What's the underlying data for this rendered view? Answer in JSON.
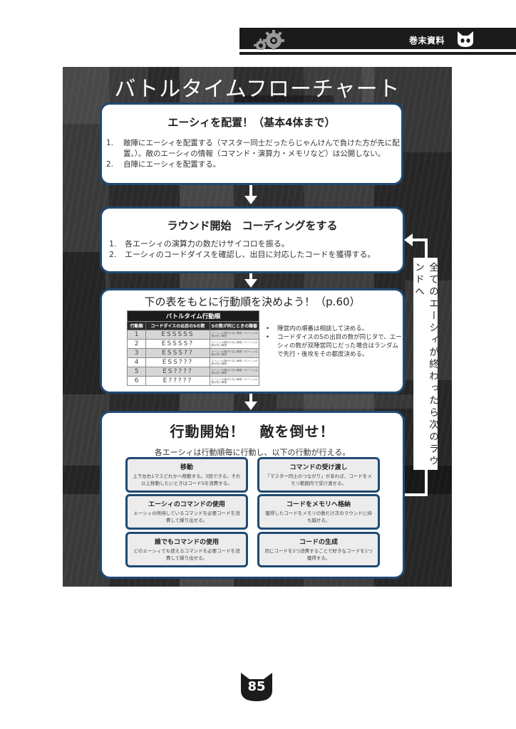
{
  "header": {
    "section_label": "巻末資料",
    "icons": [
      "gear-icon",
      "cat-head-icon"
    ]
  },
  "panel": {
    "title": "バトルタイムフローチャート"
  },
  "step1": {
    "heading": "エーシィを配置！（基本4体まで）",
    "items": [
      {
        "num": "1.",
        "text": "敵陣にエーシィを配置する（マスター同士だったらじゃんけんで負けた方が先に配置。）。敵のエーシィの情報（コマンド・演算力・メモリなど）は公開しない。"
      },
      {
        "num": "2.",
        "text": "自陣にエーシィを配置する。"
      }
    ]
  },
  "step2": {
    "heading": "ラウンド開始　コーディングをする",
    "items": [
      {
        "num": "1.",
        "text": "各エーシィの演算力の数だけサイコロを振る。"
      },
      {
        "num": "2.",
        "text": "エーシィのコードダイスを確認し、出目に対応したコードを獲得する。"
      }
    ]
  },
  "step3": {
    "heading": "下の表をもとに行動順を決めよう！（p.60）",
    "table": {
      "title": "バトルタイム行動順",
      "columns": [
        "行動順",
        "コードダイスの出目のSの数",
        "Sの数が同じときの順番"
      ],
      "rows": [
        {
          "rank": "1",
          "dice": "ESSSSS",
          "tie": "エーシィの数が少ない陣営 →エーシィの数が多い陣営"
        },
        {
          "rank": "2",
          "dice": "ESSSS?",
          "tie": "エーシィの数が少ない陣営 →エーシィの数が多い陣営"
        },
        {
          "rank": "3",
          "dice": "ESSS??",
          "tie": "エーシィの数が少ない陣営 →エーシィの数が多い陣営"
        },
        {
          "rank": "4",
          "dice": "ESS???",
          "tie": "エーシィの数が少ない陣営 →エーシィの数が多い陣営"
        },
        {
          "rank": "5",
          "dice": "ES????",
          "tie": "エーシィの数が少ない陣営 →エーシィの数が多い陣営"
        },
        {
          "rank": "6",
          "dice": "E?????",
          "tie": "エーシィの数が少ない陣営 →エーシィの数が多い陣営"
        }
      ]
    },
    "notes": [
      "陣営内の順番は相談して決める。",
      "コードダイスのSの出目の数が同じタで、エーシィの数が双陣営同じだった場合はランダムで先行・後攻をその都度決める。"
    ]
  },
  "step4": {
    "heading": "行動開始！　敵を倒せ！",
    "subtitle": "各エーシィは行動順毎に行動し、以下の行動が行える。",
    "actions": [
      {
        "title": "移動",
        "desc": "上下左右1マスどれかへ移動する。3回できる。それ以上移動したいときはコードSを消費する。"
      },
      {
        "title": "コマンドの受け渡し",
        "desc": "「マスター同士のつながり」があれば、コードをメモリ範囲内で受け渡せる。"
      },
      {
        "title": "エーシィのコマンドの使用",
        "desc": "エーシィの所持しているコマンドを必要コードを消費して繰り出せる。"
      },
      {
        "title": "コードをメモリへ格納",
        "desc": "獲得したコードをメモリの数だけ次のラウンドに持ち越せる。"
      },
      {
        "title": "誰でもコマンドの使用",
        "desc": "どのエーシィでも使えるコマンドを必要コードを消費して繰り出せる。"
      },
      {
        "title": "コードの生成",
        "desc": "同じコードを2つ消費することで好きなコードを1つ獲得する。"
      }
    ]
  },
  "loop": {
    "label": "全てのエーシィが終わったら次のラウンドへ"
  },
  "footer": {
    "page_number": "85"
  },
  "colors": {
    "card_border": "#1f4a72",
    "header_band": "#1b1b1b",
    "action_bg": "#ececec"
  }
}
